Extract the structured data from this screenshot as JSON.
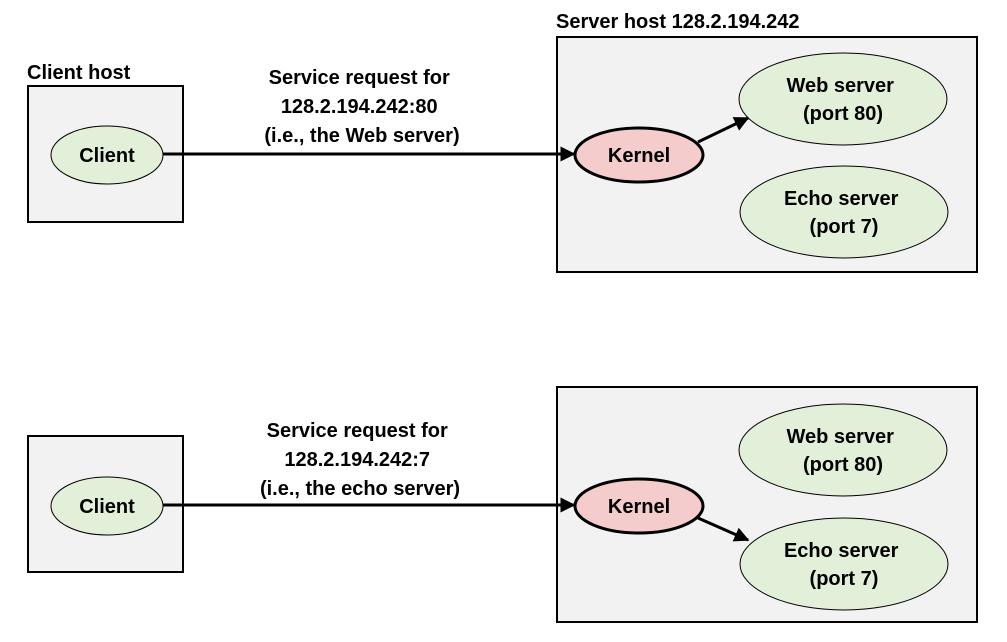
{
  "top": {
    "client_host_label": "Client host",
    "client_label": "Client",
    "server_host_label": "Server host 128.2.194.242",
    "request_lines": [
      "Service request for",
      "128.2.194.242:80",
      "(i.e., the Web server)"
    ],
    "kernel_label": "Kernel",
    "web_server_lines": [
      "Web server",
      "(port 80)"
    ],
    "echo_server_lines": [
      "Echo server",
      "(port 7)"
    ]
  },
  "bottom": {
    "client_label": "Client",
    "request_lines": [
      "Service request for",
      "128.2.194.242:7",
      "(i.e., the echo server)"
    ],
    "kernel_label": "Kernel",
    "web_server_lines": [
      "Web server",
      "(port 80)"
    ],
    "echo_server_lines": [
      "Echo server",
      "(port 7)"
    ]
  },
  "colors": {
    "host_box_fill": "#f2f2f2",
    "client_fill": "#e2f0d9",
    "kernel_fill": "#f4cccc",
    "server_fill": "#e2f0d9",
    "stroke": "#000000"
  }
}
